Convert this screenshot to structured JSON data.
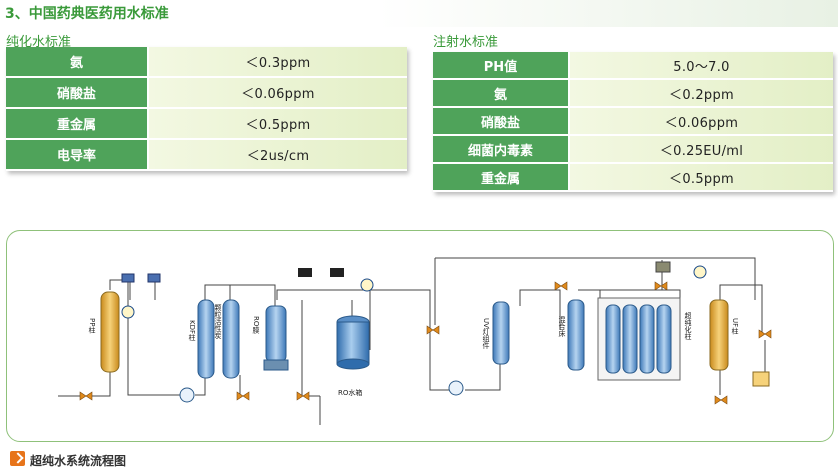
{
  "heading": "3、中国药典医药用水标准",
  "pure": {
    "title": "纯化水标准",
    "rows": [
      {
        "k": "氨",
        "v": "＜0.3ppm"
      },
      {
        "k": "硝酸盐",
        "v": "＜0.06ppm"
      },
      {
        "k": "重金属",
        "v": "＜0.5ppm"
      },
      {
        "k": "电导率",
        "v": "＜2us/cm"
      }
    ]
  },
  "inject": {
    "title": "注射水标准",
    "rows": [
      {
        "k": "PH值",
        "v": "5.0～7.0"
      },
      {
        "k": "氨",
        "v": "＜0.2ppm"
      },
      {
        "k": "硝酸盐",
        "v": "＜0.06ppm"
      },
      {
        "k": "细菌内毒素",
        "v": "＜0.25EU/ml"
      },
      {
        "k": "重金属",
        "v": "＜0.5ppm"
      }
    ]
  },
  "caption": "超纯水系统流程图",
  "diagram": {
    "pp": "PP柱",
    "kdf": "KDF柱",
    "carbon": "颗粒活性炭",
    "ro": "RO膜",
    "uv": "UV灯组件",
    "bed": "混合床",
    "polish": "超纯化柱",
    "uf": "UF柱",
    "tank": "RO水箱"
  }
}
